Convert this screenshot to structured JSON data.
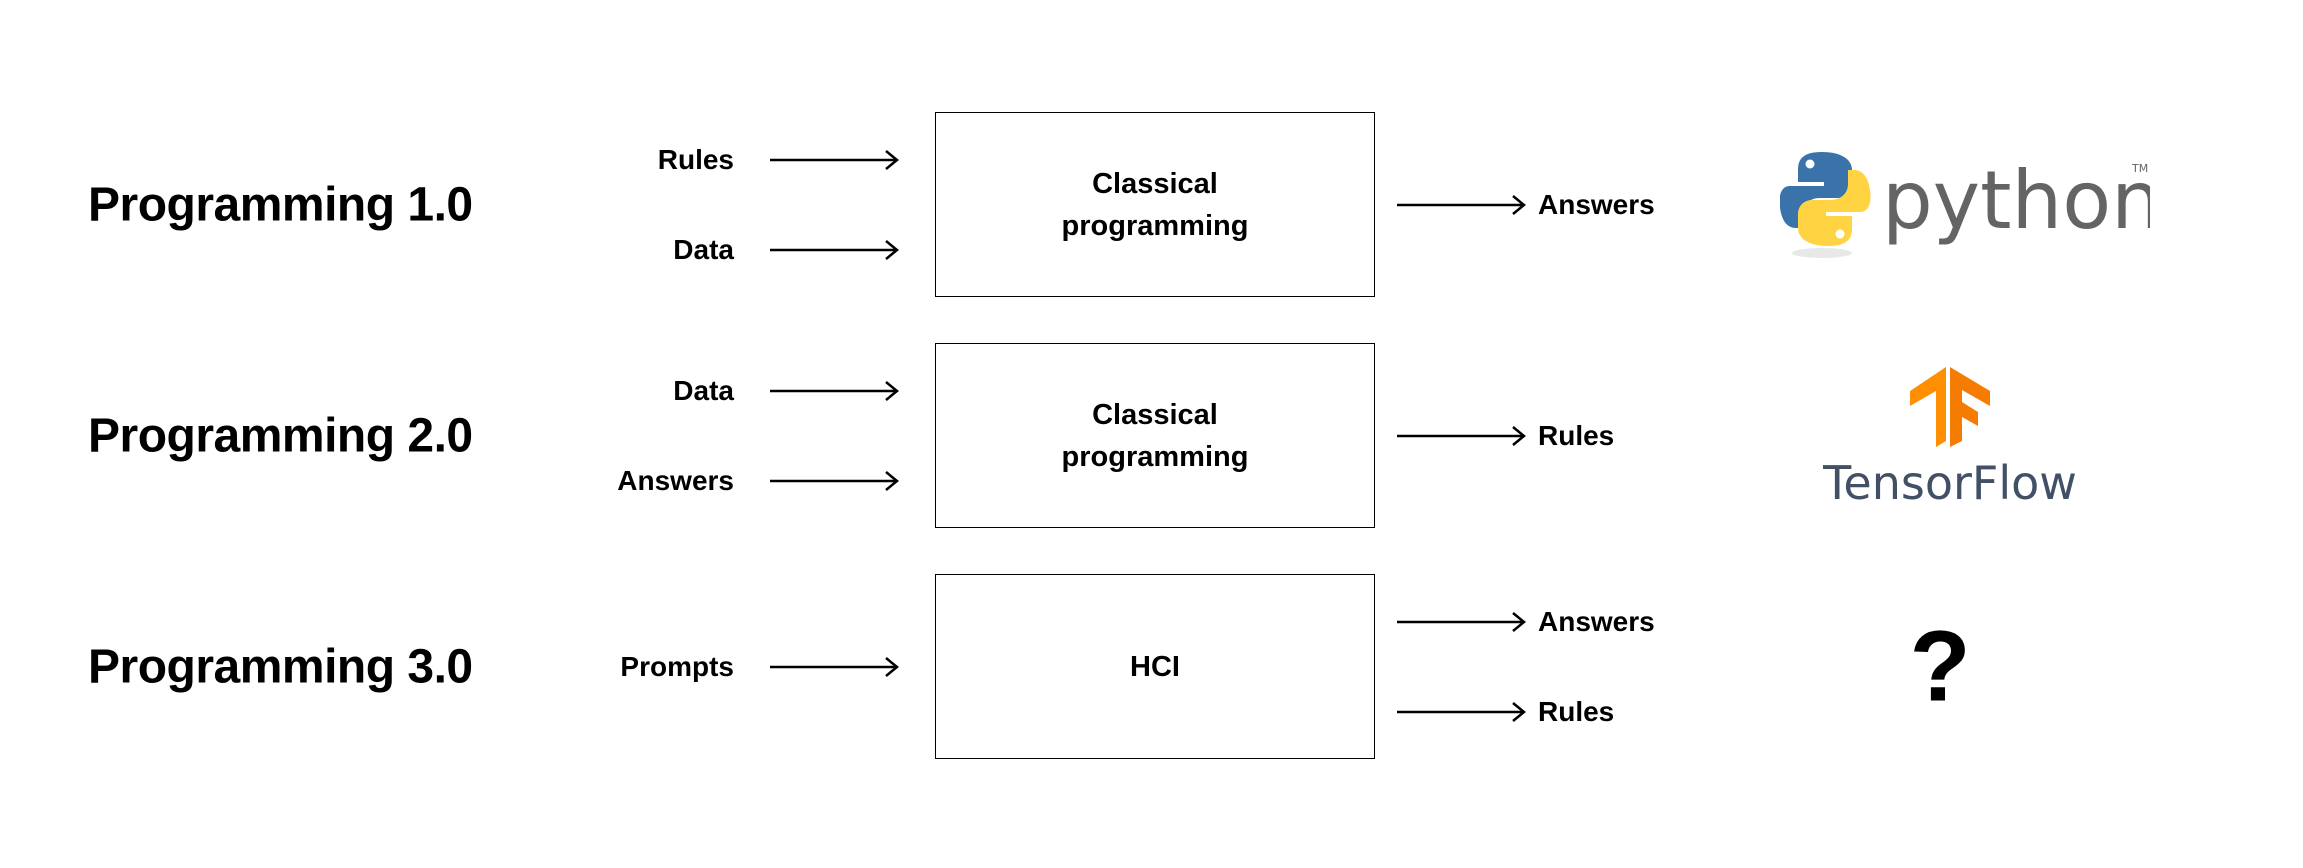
{
  "rows": [
    {
      "title": "Programming 1.0",
      "inputs": [
        "Rules",
        "Data"
      ],
      "box": "Classical\nprogramming",
      "outputs": [
        "Answers"
      ],
      "logo": {
        "name": "python-logo",
        "text": "python",
        "tm": "TM",
        "colors": {
          "blue": "#3A73A9",
          "yellow": "#FFD342",
          "text": "#646464"
        }
      }
    },
    {
      "title": "Programming 2.0",
      "inputs": [
        "Data",
        "Answers"
      ],
      "box": "Classical\nprogramming",
      "outputs": [
        "Rules"
      ],
      "logo": {
        "name": "tensorflow-logo",
        "text": "TensorFlow",
        "colors": {
          "orange": "#FF8F00",
          "text": "#425066"
        }
      }
    },
    {
      "title": "Programming 3.0",
      "inputs": [
        "Prompts"
      ],
      "box": "HCI",
      "outputs": [
        "Answers",
        "Rules"
      ],
      "logo": {
        "name": "question-mark",
        "text": "?"
      }
    }
  ]
}
